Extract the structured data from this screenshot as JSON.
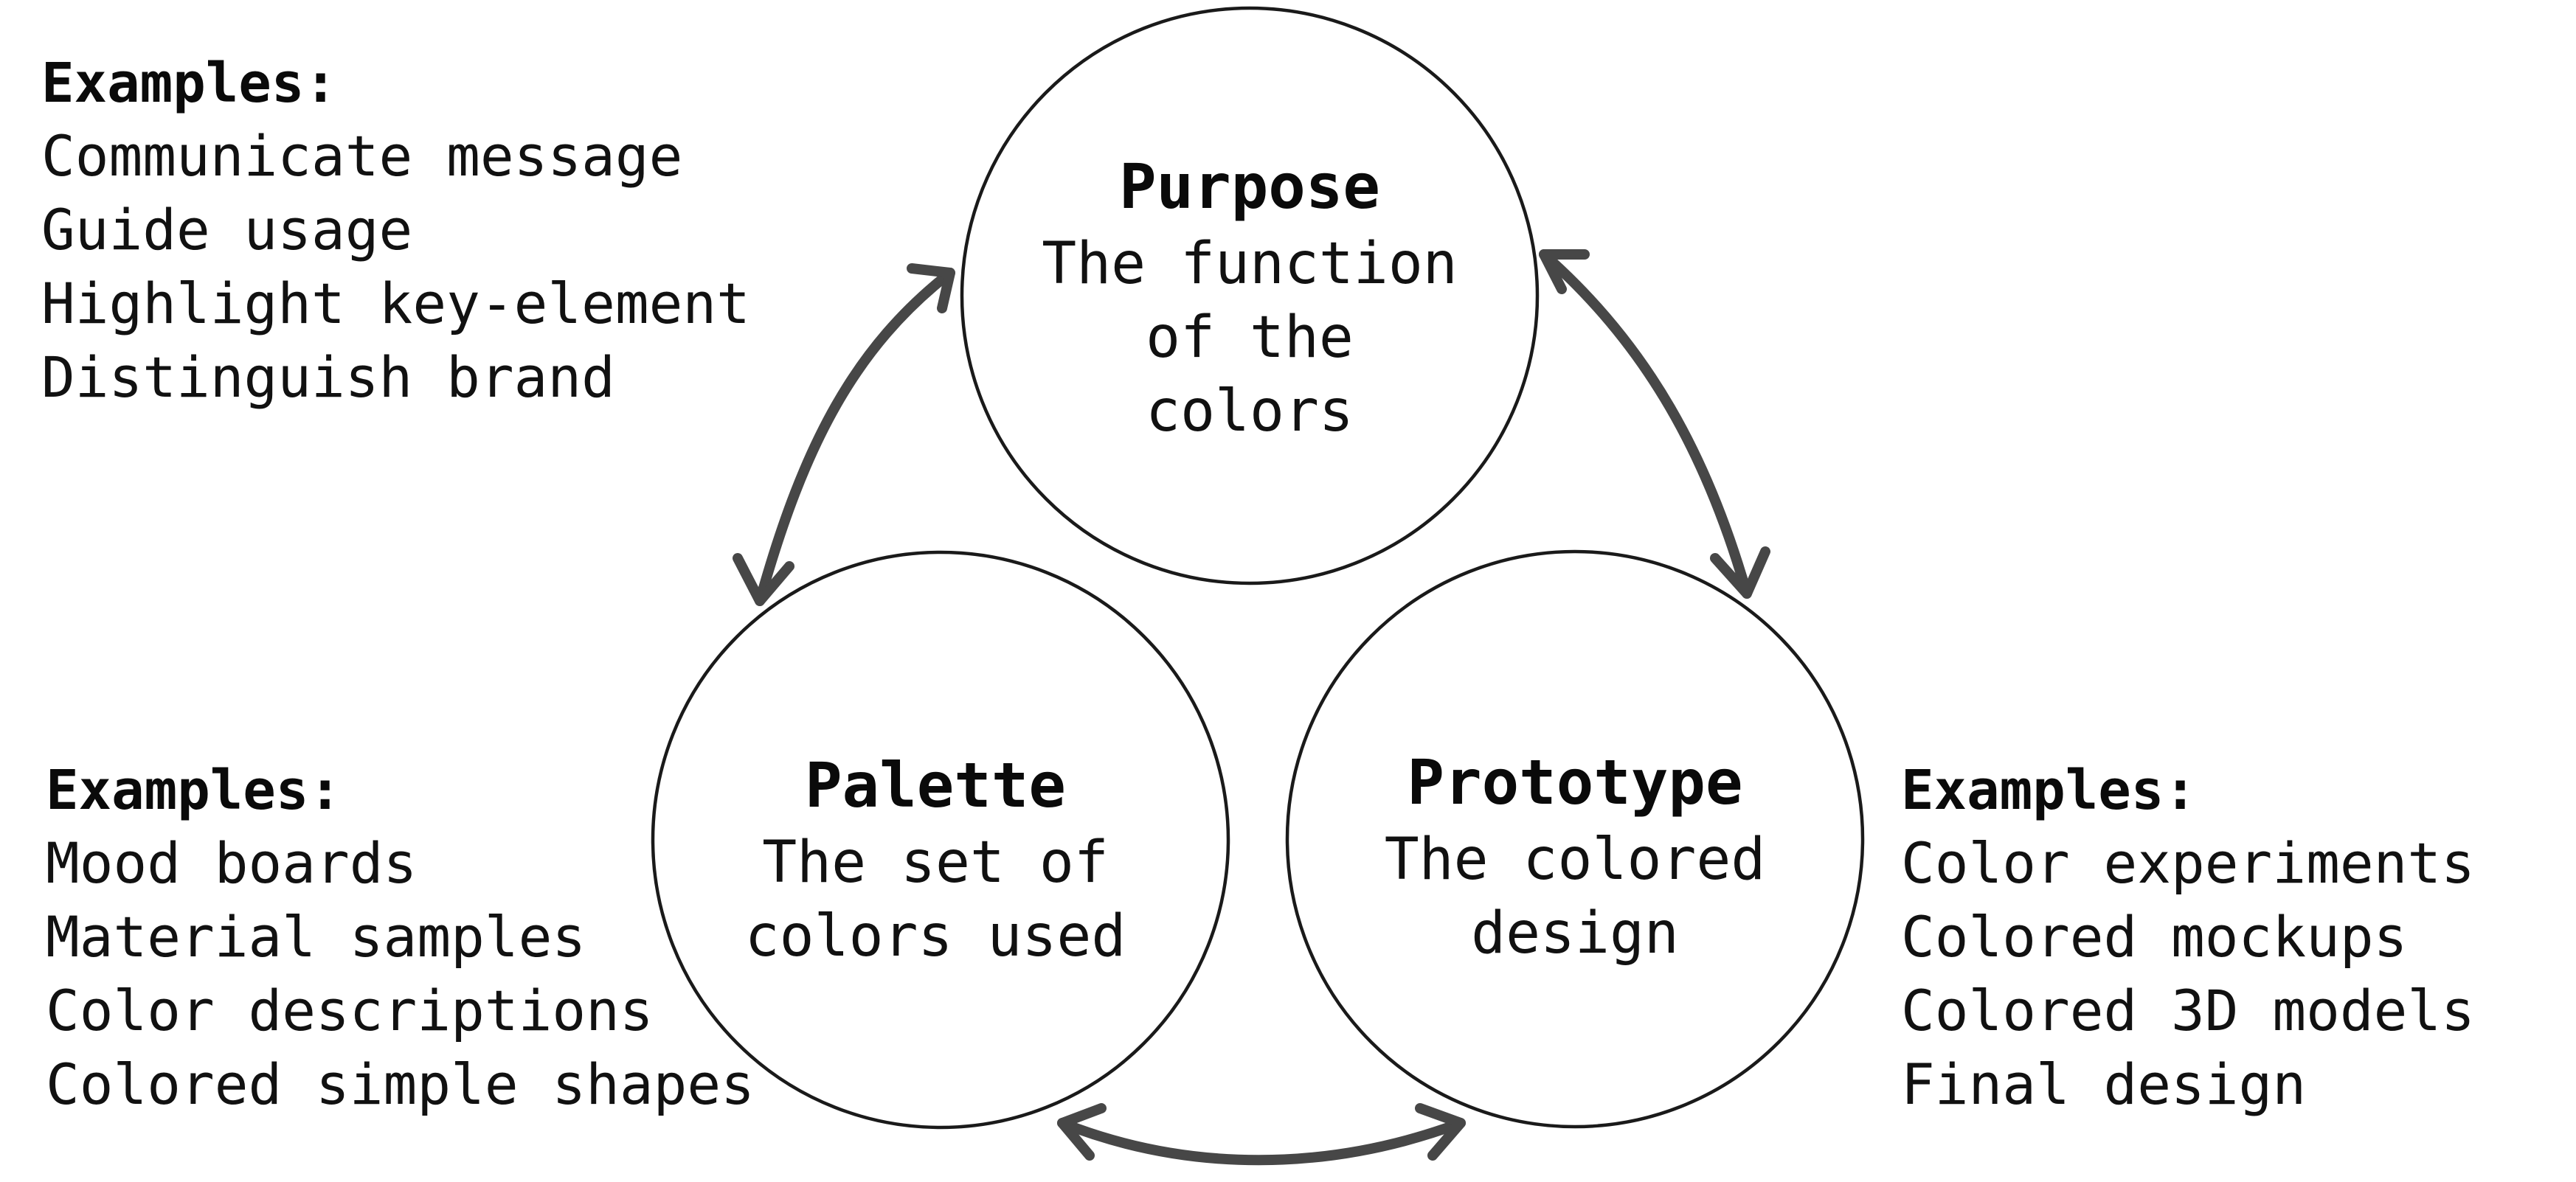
{
  "nodes": {
    "purpose": {
      "title": "Purpose",
      "lines": [
        "The function",
        "of the",
        "colors"
      ]
    },
    "palette": {
      "title": "Palette",
      "lines": [
        "The set of",
        "colors used"
      ]
    },
    "prototype": {
      "title": "Prototype",
      "lines": [
        "The colored",
        "design"
      ]
    }
  },
  "examples": {
    "purpose": {
      "heading": "Examples:",
      "items": [
        "Communicate message",
        "Guide usage",
        "Highlight key-element",
        "Distinguish brand"
      ]
    },
    "palette": {
      "heading": "Examples:",
      "items": [
        "Mood boards",
        "Material samples",
        "Color descriptions",
        "Colored simple shapes"
      ]
    },
    "prototype": {
      "heading": "Examples:",
      "items": [
        "Color experiments",
        "Colored mockups",
        "Colored 3D models",
        "Final design"
      ]
    }
  },
  "colors": {
    "arrow": "#474747",
    "circle_stroke": "#1a1a1a",
    "text": "#0a0a0a"
  }
}
